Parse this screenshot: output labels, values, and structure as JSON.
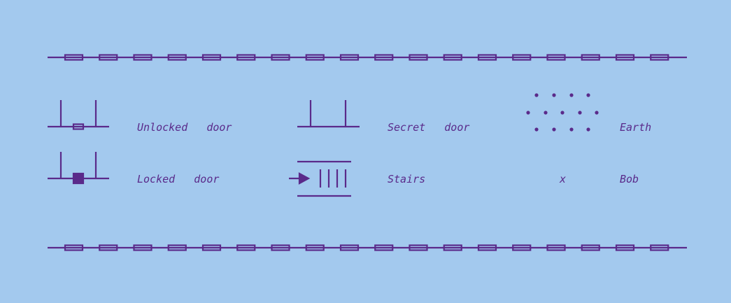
{
  "colors": {
    "background": "#a3c9ee",
    "ink": "#5a2a8a"
  },
  "legend": {
    "unlocked_door": {
      "label": "Unlocked   door",
      "symbol": "door-threshold-open-icon"
    },
    "locked_door": {
      "label": "Locked   door",
      "symbol": "door-threshold-locked-icon"
    },
    "secret_door": {
      "label": "Secret   door",
      "symbol": "secret-door-icon"
    },
    "stairs": {
      "label": "Stairs",
      "symbol": "stairs-icon"
    },
    "earth": {
      "label": "Earth",
      "symbol": "earth-dots-icon"
    },
    "bob": {
      "label": "Bob",
      "marker": "x"
    }
  },
  "borders": {
    "style": "chain-link",
    "links_per_row": 18
  }
}
